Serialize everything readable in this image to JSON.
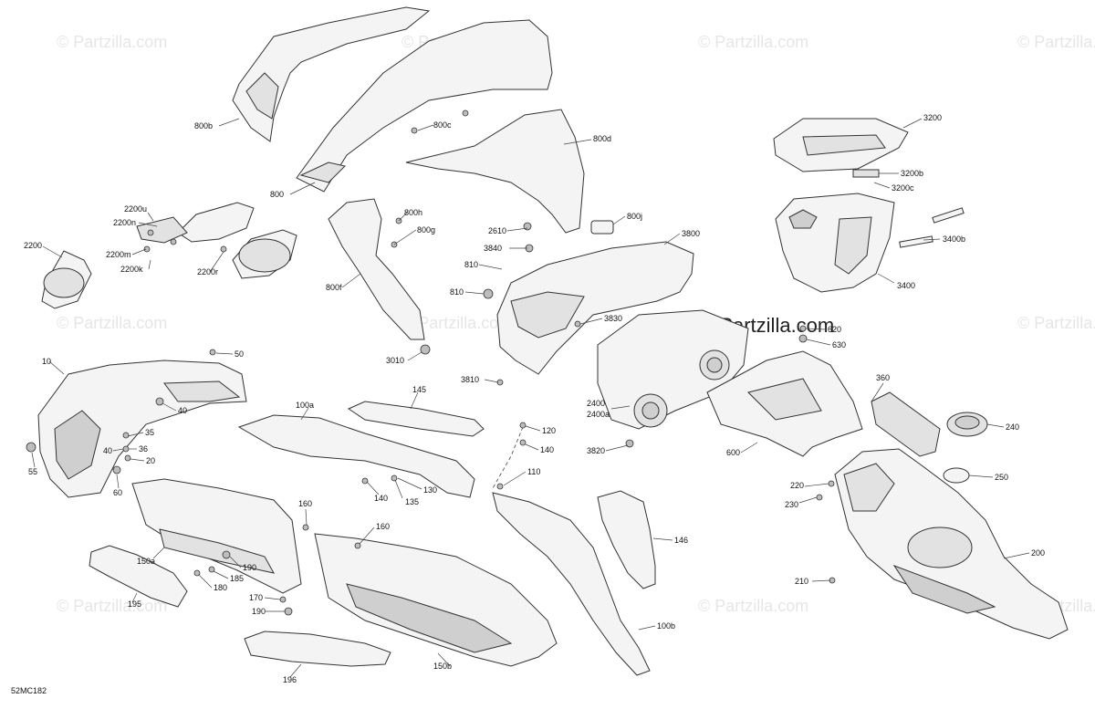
{
  "watermark": "© Partzilla.com",
  "diagram_code": "52MC182",
  "labels": {
    "800b": "800b",
    "800c": "800c",
    "800d": "800d",
    "800": "800",
    "800h": "800h",
    "800g": "800g",
    "800j": "800j",
    "800f": "800f",
    "3200": "3200",
    "3200b": "3200b",
    "3200c": "3200c",
    "3400b": "3400b",
    "3400": "3400",
    "2200u": "2200u",
    "2200n": "2200n",
    "2200": "2200",
    "2200m": "2200m",
    "2200k": "2200k",
    "2200r": "2200r",
    "2610": "2610",
    "3840": "3840",
    "3800": "3800",
    "810a": "810",
    "810b": "810",
    "3830": "3830",
    "3010": "3010",
    "3810": "3810",
    "620": "620",
    "630": "630",
    "2400": "2400",
    "2400a": "2400a",
    "3820": "3820",
    "600": "600",
    "10": "10",
    "50": "50",
    "40a": "40",
    "35": "35",
    "40b": "40",
    "36": "36",
    "20": "20",
    "55": "55",
    "60": "60",
    "145": "145",
    "100a": "100a",
    "120": "120",
    "140a": "140",
    "110": "110",
    "140b": "140",
    "135": "135",
    "130": "130",
    "360": "360",
    "240": "240",
    "250": "250",
    "220": "220",
    "230": "230",
    "200": "200",
    "210": "210",
    "160a": "160",
    "160b": "160",
    "150a": "150a",
    "190a": "190",
    "185": "185",
    "180": "180",
    "170": "170",
    "190b": "190",
    "195": "195",
    "196": "196",
    "150b": "150b",
    "146": "146",
    "100b": "100b"
  }
}
